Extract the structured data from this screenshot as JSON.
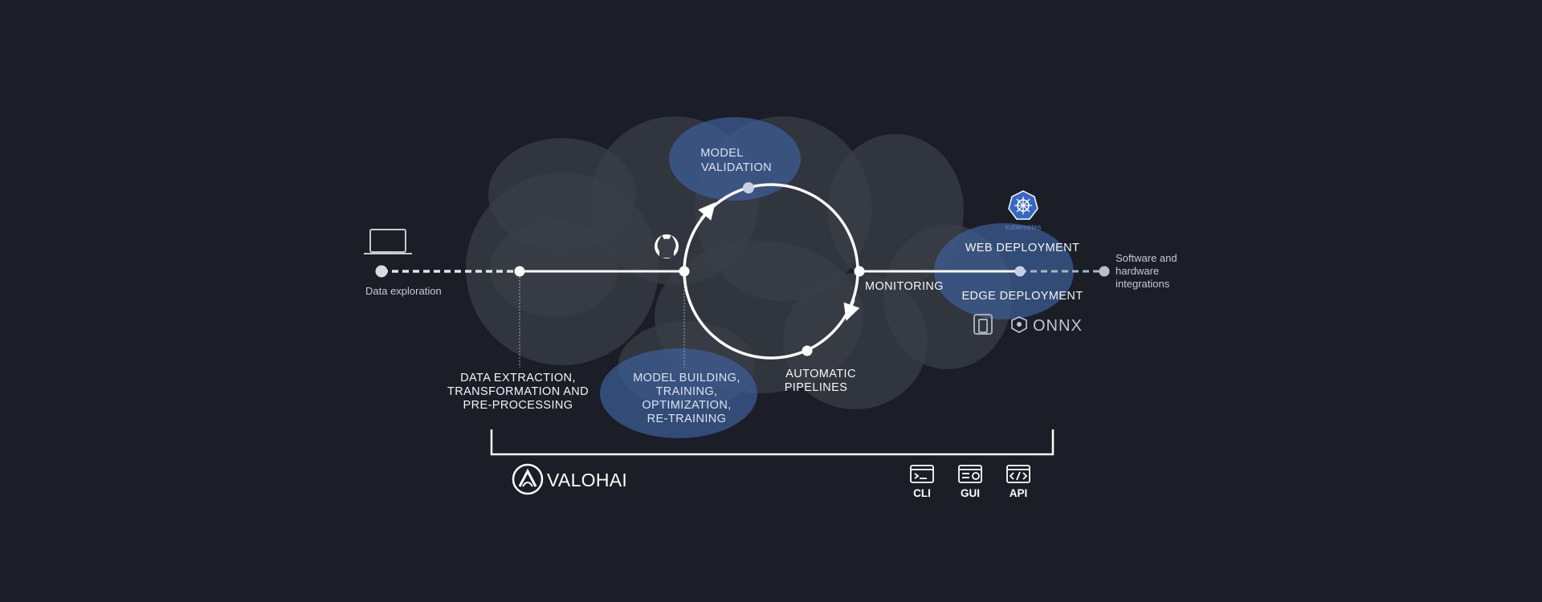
{
  "labels": {
    "data_exploration": "Data exploration",
    "data_extraction": [
      "DATA EXTRACTION,",
      "TRANSFORMATION AND",
      "PRE-PROCESSING"
    ],
    "model_validation": [
      "MODEL",
      "VALIDATION"
    ],
    "model_building": [
      "MODEL BUILDING,",
      "TRAINING,",
      "OPTIMIZATION,",
      "RE-TRAINING"
    ],
    "automatic_pipelines": [
      "AUTOMATIC",
      "PIPELINES"
    ],
    "monitoring": "MONITORING",
    "web_deployment": "WEB DEPLOYMENT",
    "edge_deployment": "EDGE DEPLOYMENT",
    "integrations": [
      "Software and",
      "hardware",
      "integrations"
    ],
    "kubernetes": "kubernetes",
    "onnx": "ONNX"
  },
  "brand": {
    "name": "VALOHAI"
  },
  "interfaces": [
    {
      "label": "CLI",
      "icon": "cli-icon"
    },
    {
      "label": "GUI",
      "icon": "gui-icon"
    },
    {
      "label": "API",
      "icon": "api-icon"
    }
  ],
  "colors": {
    "background": "#1b1e26",
    "cloud": "#3a3e47",
    "highlight": "#3d5f9a",
    "line": "#ffffff",
    "node": "#d9dbe0"
  }
}
